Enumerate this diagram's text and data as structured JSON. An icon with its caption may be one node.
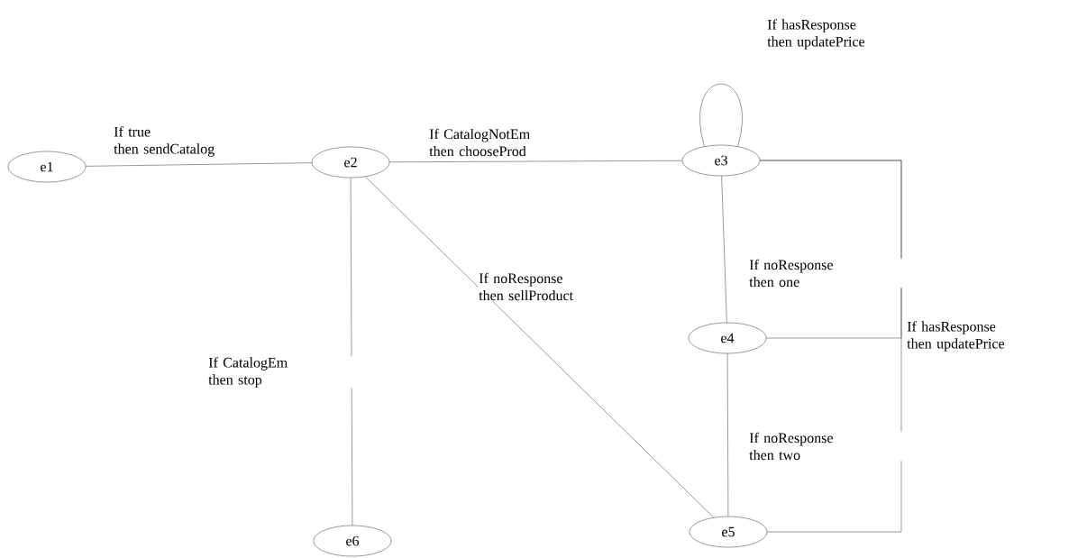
{
  "diagram": {
    "nodes": [
      {
        "text": [
          "e1"
        ]
      },
      {
        "text": [
          "e2"
        ]
      },
      {
        "text": [
          "e3"
        ]
      },
      {
        "text": [
          "e4"
        ]
      },
      {
        "text": [
          "e5"
        ]
      },
      {
        "text": [
          "e6"
        ]
      }
    ],
    "edges": [
      {
        "from": 0,
        "to": 1,
        "arrow": "none",
        "label": "If true then sendCatalog"
      },
      {
        "from": 1,
        "to": 2,
        "arrow": "none",
        "label": "If CatalogNotEm then chooseProd"
      },
      {
        "from": 2,
        "to": 2,
        "arrow": "none",
        "label": "If hasResponse then updatePrice"
      },
      {
        "from": 1,
        "to": 4,
        "arrow": "none",
        "label": "If noResponse then sellProduct"
      },
      {
        "from": 2,
        "to": 3,
        "arrow": "none",
        "label": "If noResponse then one"
      },
      {
        "from": 1,
        "to": 5,
        "arrow": "none",
        "label": "If CatalogEm then stop"
      },
      {
        "from": 3,
        "to": 4,
        "arrow": "none",
        "label": "If noResponse then two"
      },
      {
        "from": 3,
        "to": 2,
        "arrow": "none",
        "label": "If hasResponse then updatePrice"
      },
      {
        "from": 4,
        "to": 2,
        "arrow": "none"
      }
    ]
  }
}
